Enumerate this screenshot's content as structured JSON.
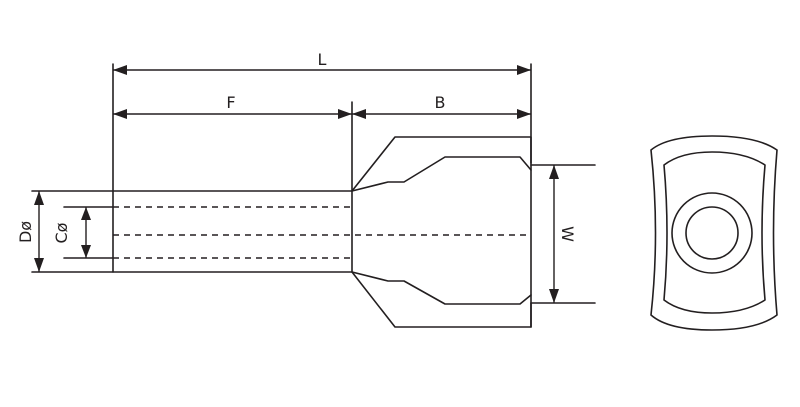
{
  "labels": {
    "length_total": "L",
    "length_front": "F",
    "length_back": "B",
    "diameter_outer": "Dø",
    "diameter_inner": "Cø",
    "width": "W"
  },
  "colors": {
    "line": "#231f20",
    "background": "#ffffff"
  }
}
